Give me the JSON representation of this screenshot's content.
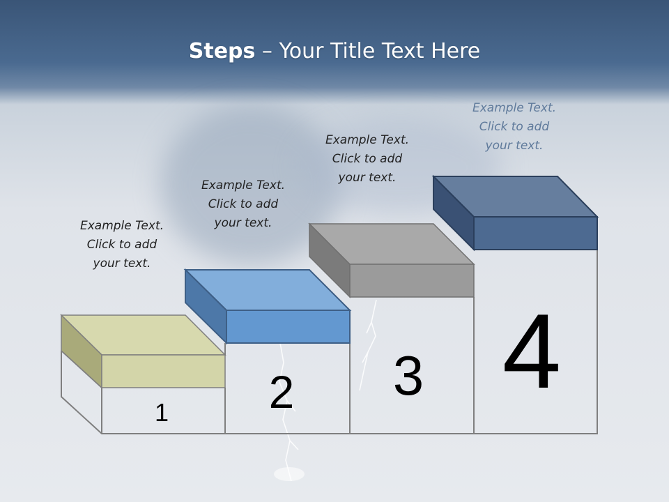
{
  "slide": {
    "title_bold": "Steps",
    "title_rest": " – Your Title Text Here"
  },
  "steps": [
    {
      "number": "1",
      "line1": "Example Text.",
      "line2": "Click  to add",
      "line3": "your text.",
      "top_color": "#d7d9ae",
      "front_color": "#d3d5a9",
      "side_color": "#a9aa7a"
    },
    {
      "number": "2",
      "line1": "Example Text.",
      "line2": "Click  to add",
      "line3": "your text.",
      "top_color": "#82aedb",
      "front_color": "#6398d0",
      "side_color": "#4d78a8"
    },
    {
      "number": "3",
      "line1": "Example Text.",
      "line2": "Click  to add",
      "line3": "your text.",
      "top_color": "#a9a9a9",
      "front_color": "#9b9b9b",
      "side_color": "#7b7b7b"
    },
    {
      "number": "4",
      "line1": "Example Text.",
      "line2": "Click  to add",
      "line3": "your text.",
      "top_color": "#667e9e",
      "front_color": "#4d6a91",
      "side_color": "#3a5174"
    }
  ]
}
